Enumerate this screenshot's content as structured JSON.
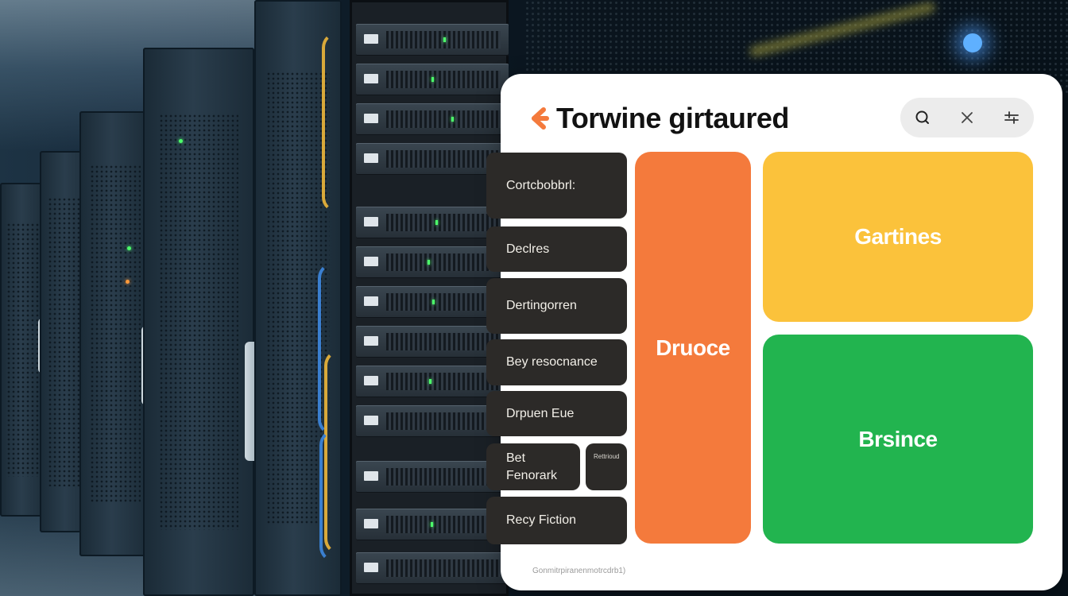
{
  "header": {
    "title": "Torwine girtaured",
    "back_icon": "arrow-left-icon",
    "accent_color": "#f47a3c"
  },
  "toolbar": {
    "items": [
      {
        "icon": "search-icon"
      },
      {
        "icon": "close-icon"
      },
      {
        "icon": "filter-icon"
      }
    ]
  },
  "menu": {
    "items": [
      {
        "label": "Cortcbobbrl:"
      },
      {
        "label": "Declres"
      },
      {
        "label": "Dertingorren"
      },
      {
        "label": "Bey resocnance"
      },
      {
        "label": "Drpuen Eue"
      },
      {
        "label": "Bet\nFenorark"
      },
      {
        "label": "Rettrioud"
      },
      {
        "label": "Recy Fiction"
      }
    ]
  },
  "tiles": {
    "orange": {
      "label": "Druoce",
      "color": "#f47a3c"
    },
    "yellow": {
      "label": "Gartines",
      "color": "#fbc23b"
    },
    "green": {
      "label": "Brsince",
      "color": "#22b44f"
    }
  },
  "footer": {
    "text": "Gonmitrpiranenmotrcdrb1)"
  }
}
